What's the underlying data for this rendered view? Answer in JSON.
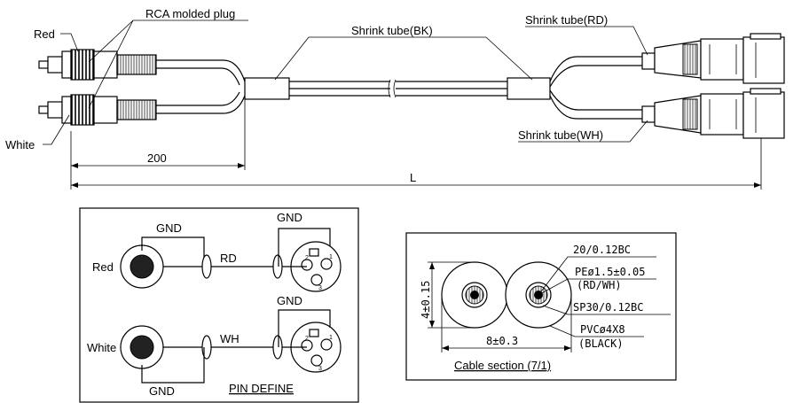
{
  "top": {
    "red": "Red",
    "white": "White",
    "rca_plug": "RCA molded plug",
    "shrink_bk": "Shrink tube(BK)",
    "shrink_rd": "Shrink tube(RD)",
    "shrink_wh": "Shrink tube(WH)",
    "dim_200": "200",
    "dim_L": "L"
  },
  "pin": {
    "title": "PIN DEFINE",
    "red": "Red",
    "white": "White",
    "gnd": "GND",
    "rd": "RD",
    "wh": "WH",
    "pin1": "1",
    "pin2": "2",
    "pin3": "3"
  },
  "cable": {
    "title": "Cable section (7/1)",
    "conductor": "20/0.12BC",
    "pe": "PEø1.5±0.05",
    "pe_sub": "(RD/WH)",
    "shield": "SP30/0.12BC",
    "jacket": "PVCø4X8",
    "jacket_sub": "(BLACK)",
    "height": "4±0.15",
    "width": "8±0.3"
  }
}
